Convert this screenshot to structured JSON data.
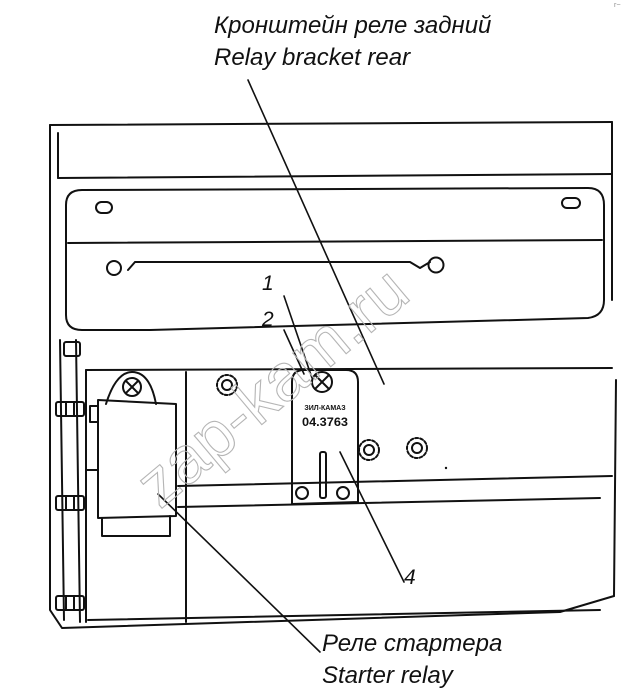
{
  "labels": {
    "bracket_ru": "Кронштейн реле задний",
    "bracket_en": "Relay  bracket rear",
    "starter_ru": "Реле стартера",
    "starter_en": "Starter relay",
    "callout_1": "1",
    "callout_2": "2",
    "callout_4": "4"
  },
  "relay_plate": {
    "marking_top": "ЗИЛ-КАМАЗ",
    "marking_code": "04.3763"
  },
  "watermark": "zap-kam.ru",
  "corner_mark": "г~"
}
